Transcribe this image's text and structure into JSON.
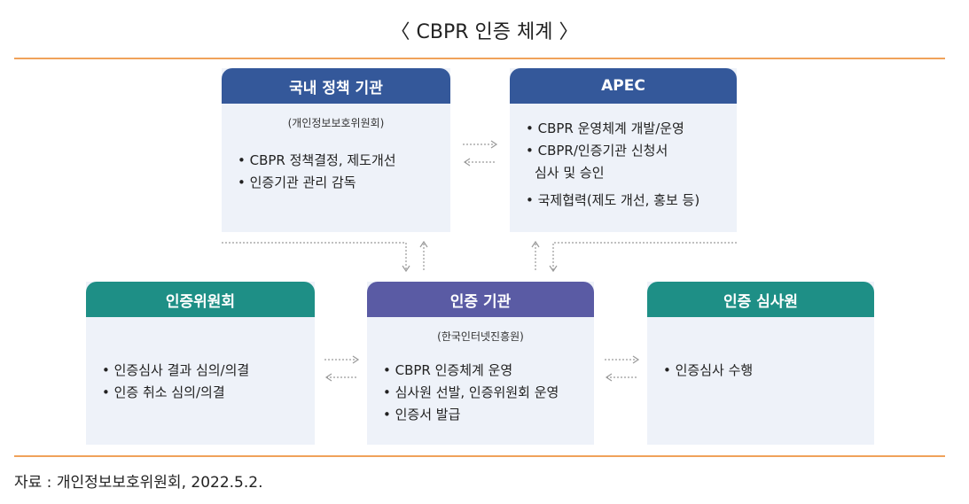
{
  "title": "〈 CBPR 인증 체계 〉",
  "boxes": {
    "policy": {
      "header": "국내 정책 기관",
      "sub": "(개인정보보호위원회)",
      "items": [
        "CBPR 정책결정, 제도개선",
        "인증기관 관리 감독"
      ]
    },
    "apec": {
      "header": "APEC",
      "items": [
        "CBPR 운영체계 개발/운영",
        "CBPR/인증기관 신청서",
        "심사 및 승인",
        "국제협력(제도 개선, 홍보 등)"
      ]
    },
    "committee": {
      "header": "인증위원회",
      "items": [
        "인증심사 결과 심의/의결",
        "인증 취소 심의/의결"
      ]
    },
    "agency": {
      "header": "인증 기관",
      "sub": "(한국인터넷진흥원)",
      "items": [
        "CBPR 인증체계 운영",
        "심사원 선발, 인증위원회 운영",
        "인증서 발급"
      ]
    },
    "auditor": {
      "header": "인증 심사원",
      "items": [
        "인증심사 수행"
      ]
    }
  },
  "source": "자료 : 개인정보보호위원회, 2022.5.2.",
  "colors": {
    "blue": "#34589a",
    "teal": "#1e8f86",
    "purple": "#5a5ba4",
    "rule": "#f0a25a",
    "box_bg": "#eef2f9"
  }
}
